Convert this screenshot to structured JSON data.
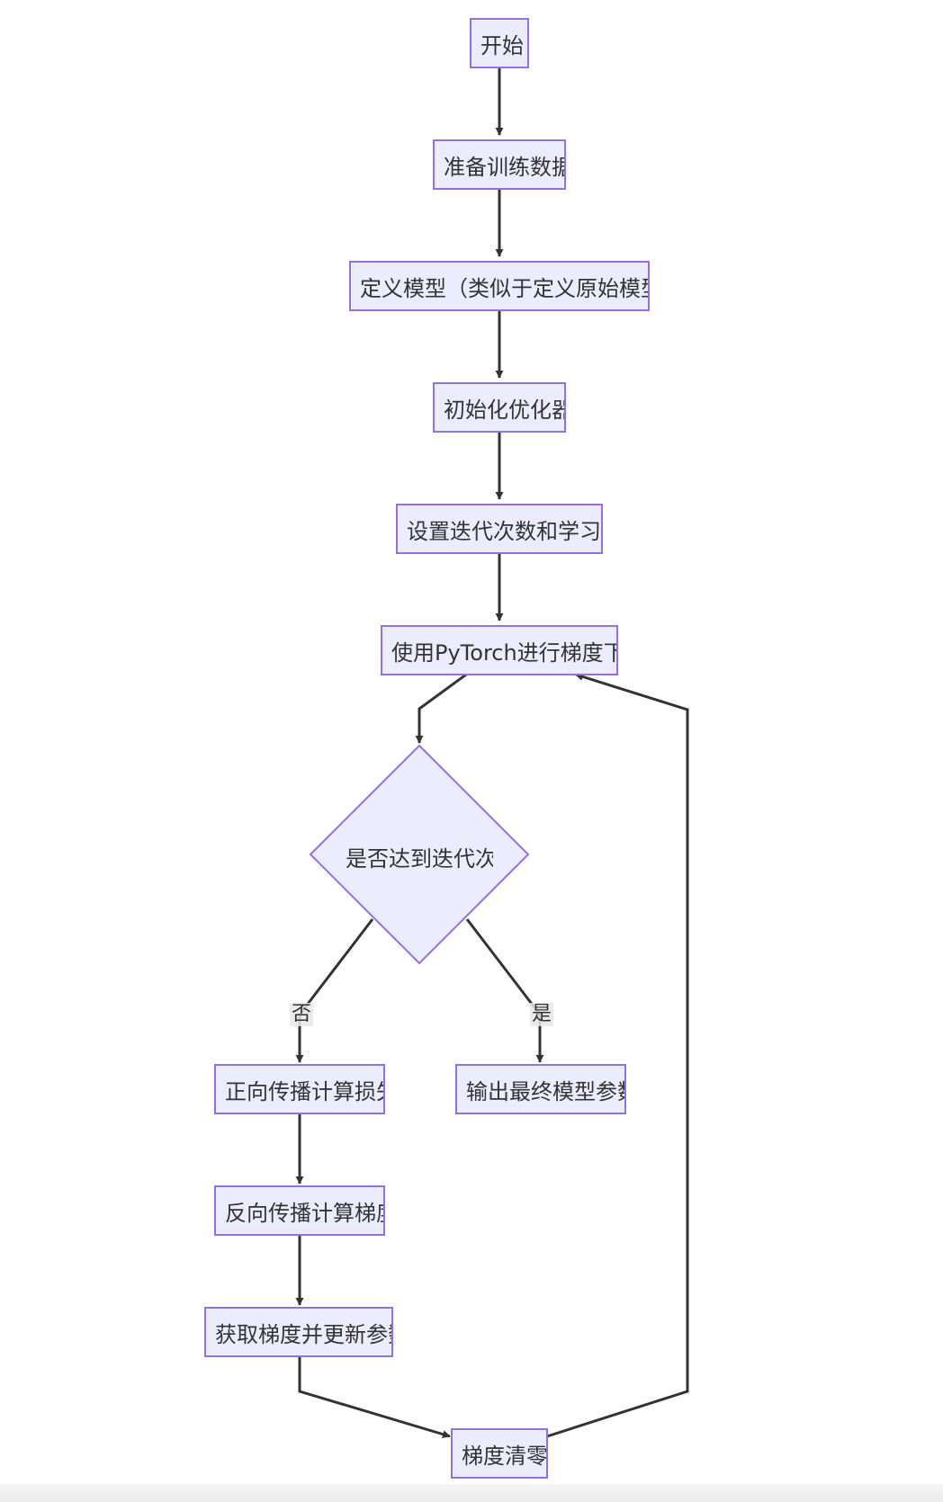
{
  "nodes": {
    "start": "开始",
    "prepare_data": "准备训练数据",
    "define_model": "定义模型（类似于定义原始模型）",
    "init_optimizer": "初始化优化器",
    "set_iterations": "设置迭代次数和学习率",
    "pytorch_gd": "使用PyTorch进行梯度下降",
    "decision": "是否达到迭代次数",
    "forward": "正向传播计算损失",
    "output": "输出最终模型参数",
    "backward": "反向传播计算梯度",
    "update": "获取梯度并更新参数",
    "zero_grad": "梯度清零"
  },
  "edge_labels": {
    "no": "否",
    "yes": "是"
  },
  "colors": {
    "node_fill": "#ECECFF",
    "node_border": "#9370DB",
    "edge": "#333333"
  }
}
